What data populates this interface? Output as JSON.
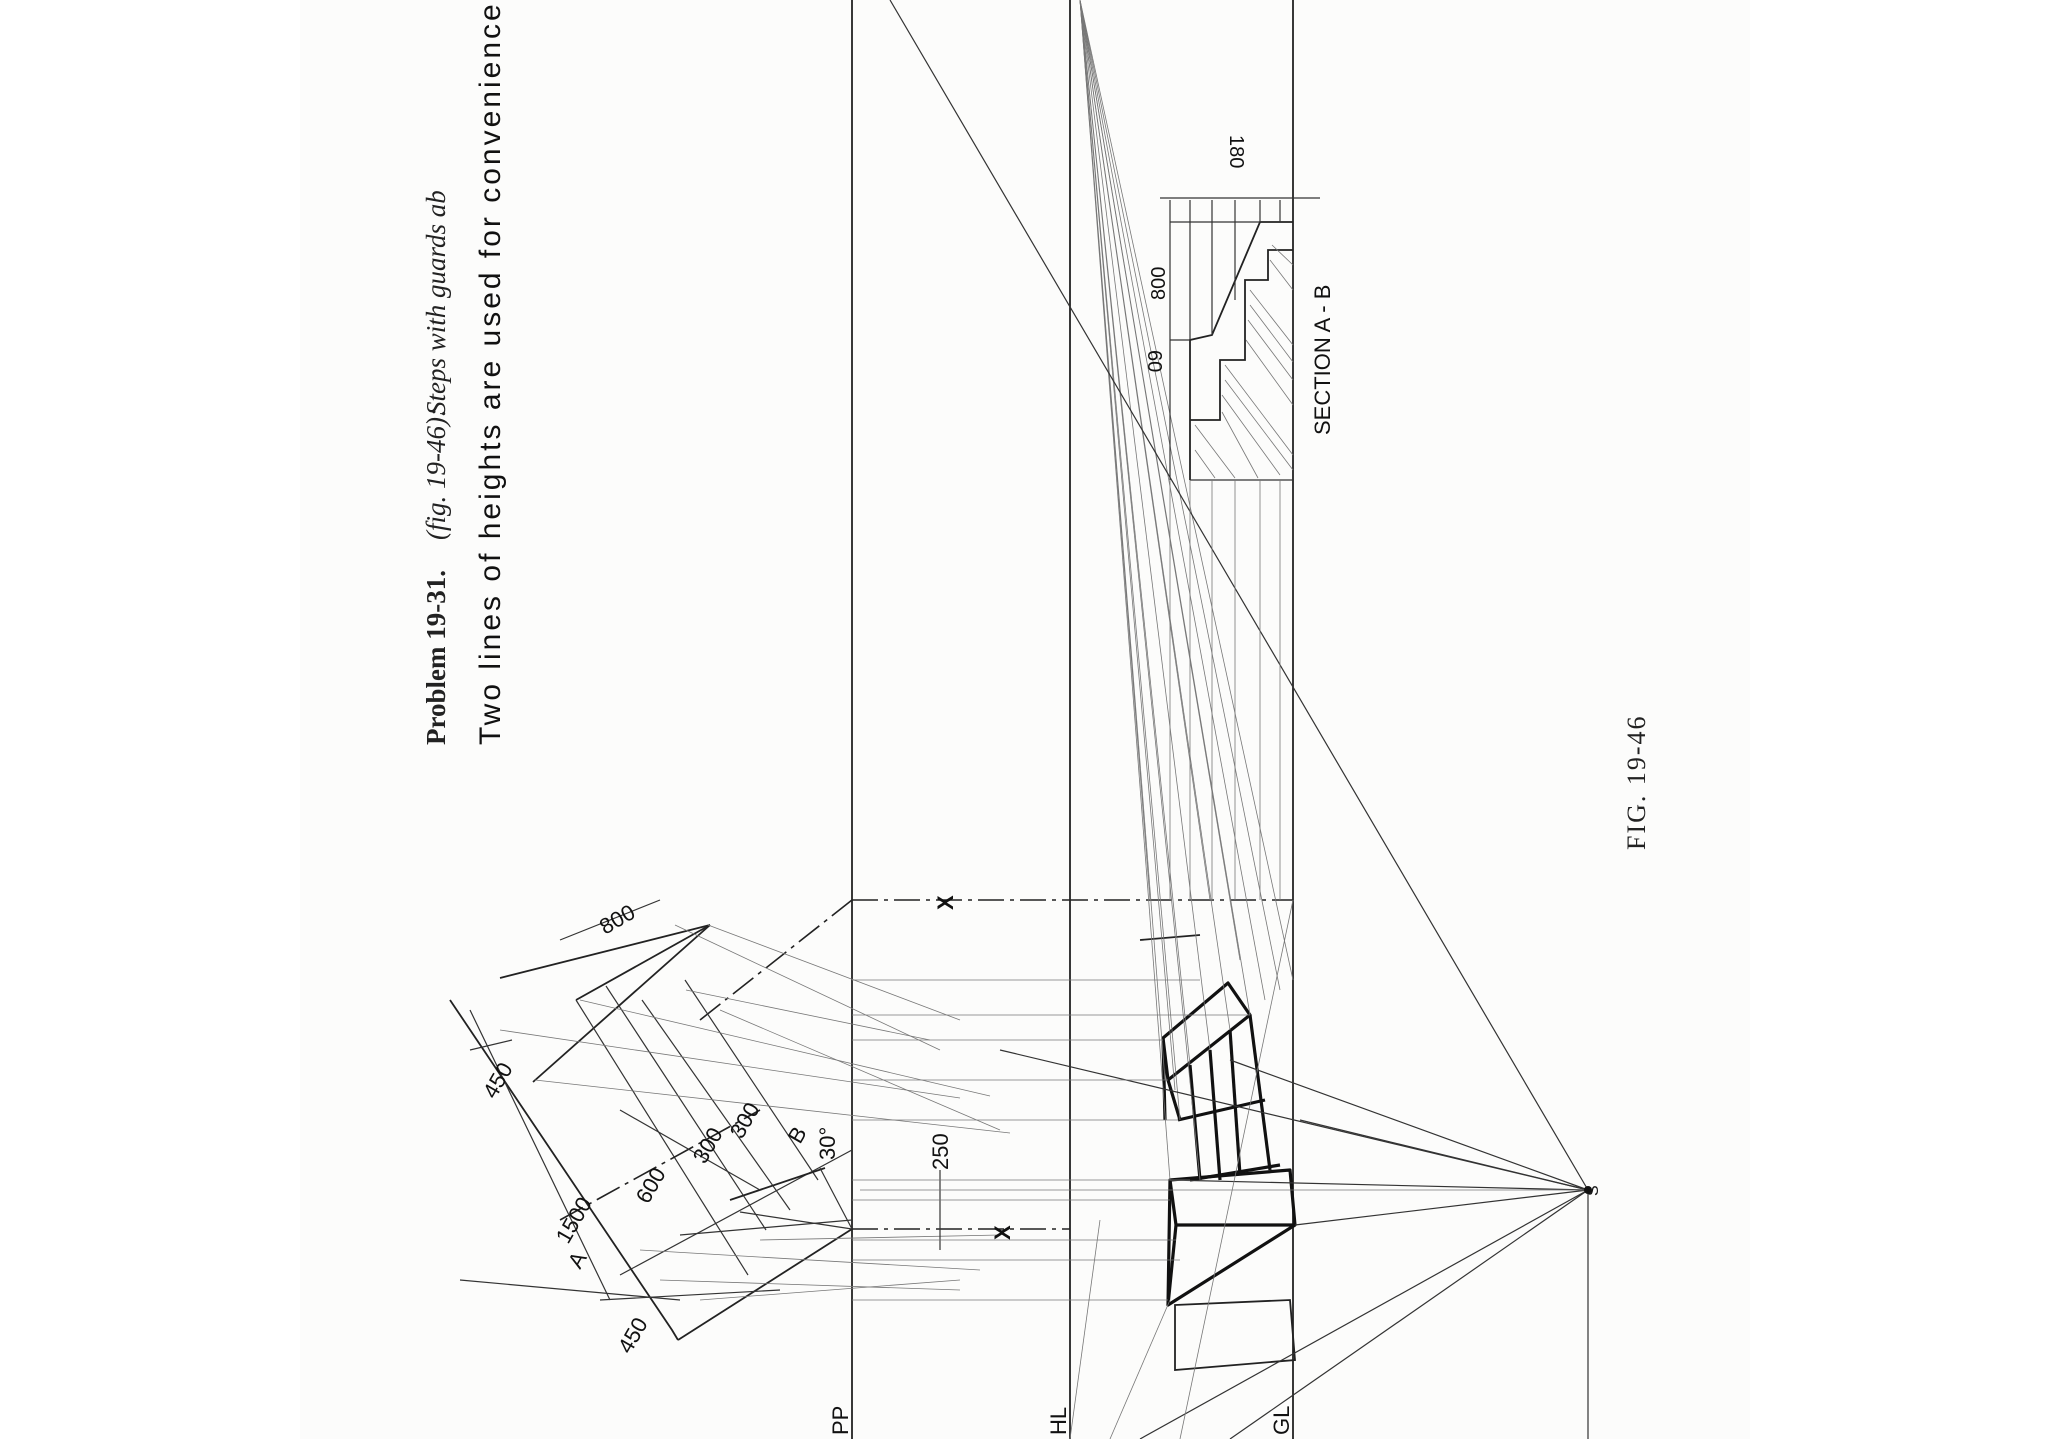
{
  "problem": {
    "heading": "Problem 19-31.",
    "fig_ref": "(fig. 19-46):",
    "title_italic": "Steps with guards ab",
    "note": "Two lines of heights are used for convenience."
  },
  "figure_caption": "FIG. 19-46",
  "reference_lines": {
    "pp": "PP",
    "hl": "HL",
    "gl": "GL"
  },
  "markers": {
    "x_top": "X",
    "x_bottom": "X",
    "station_point": "S",
    "point_a": "A",
    "point_b": "B"
  },
  "dimensions": {
    "d450_top": "450",
    "d1500": "1500",
    "d450_bottom": "450",
    "d600": "600",
    "d300_a": "300",
    "d300_b": "300",
    "d800_plan": "800",
    "d250": "250",
    "angle": "30°",
    "d180": "180",
    "d800_section": "800",
    "d60": "60"
  },
  "section_label": "SECTION A - B",
  "colors": {
    "ink": "#111111",
    "paper": "#fcfcfb"
  }
}
